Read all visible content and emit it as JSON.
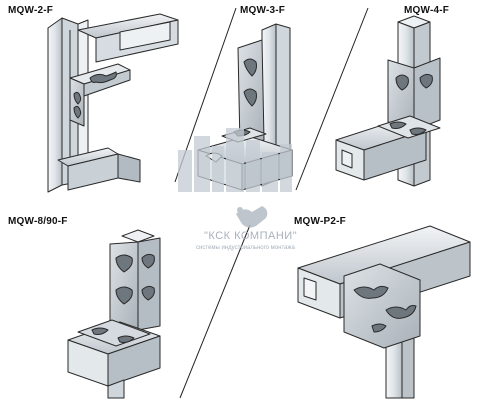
{
  "products": [
    {
      "name": "MQW-2-F"
    },
    {
      "name": "MQW-3-F"
    },
    {
      "name": "MQW-4-F"
    },
    {
      "name": "MQW-8/90-F"
    },
    {
      "name": "MQW-P2-F"
    }
  ],
  "watermark": {
    "company": "\"КСК КОМПАНИ\"",
    "tagline": "системы индустриального монтажа"
  },
  "colors": {
    "line": "#2a2a2a",
    "metal_light": "#e9edf0",
    "metal_mid": "#c5ccd2",
    "metal_dark": "#9aa3ab",
    "watermark": "#b9c2ca"
  }
}
